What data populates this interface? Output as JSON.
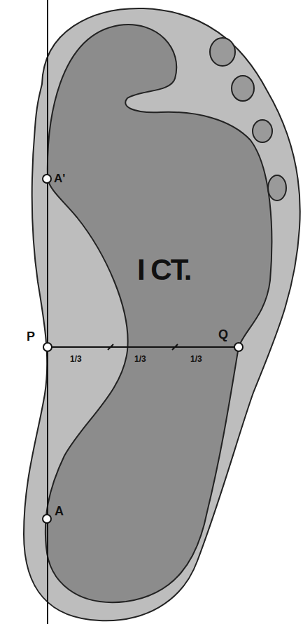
{
  "diagram": {
    "labels": [
      "A'",
      "I CT.",
      "P",
      "Q",
      "1/3",
      "1/3",
      "1/3",
      "A"
    ]
  }
}
